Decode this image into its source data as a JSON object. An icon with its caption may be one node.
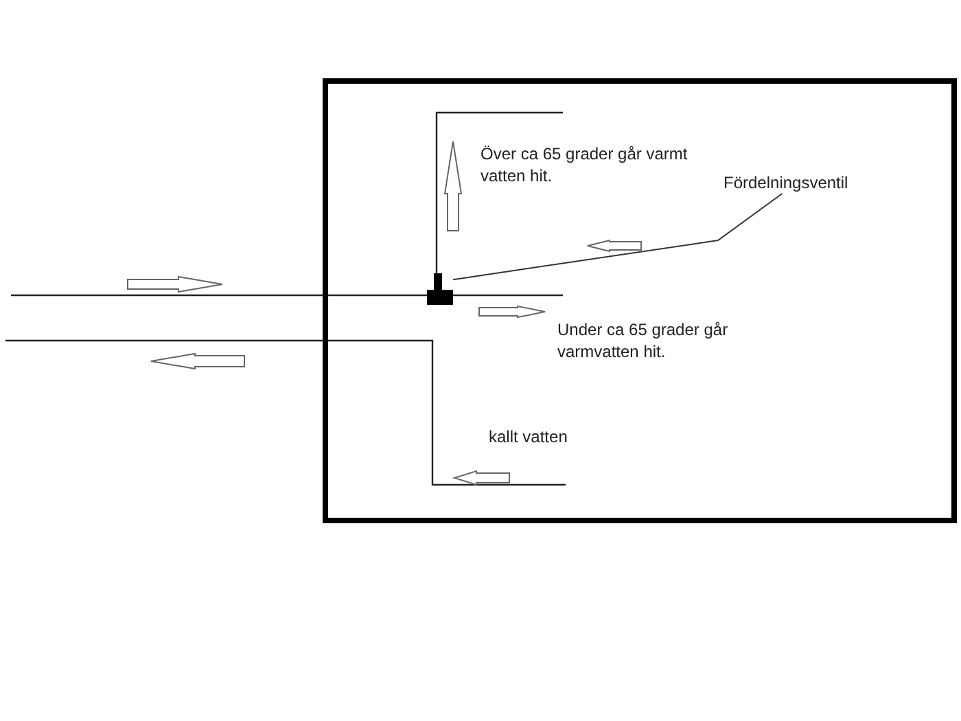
{
  "diagram": {
    "nodes": [
      {
        "text": [],
        "shape": "box"
      },
      {
        "text": [
          "Fördelningsventil"
        ],
        "in": 0
      },
      {
        "text": [],
        "shape": "picture",
        "in": 0
      }
    ],
    "edges": [
      {
        "from": 1,
        "to": 2,
        "arrow": "none"
      }
    ],
    "labels": [
      "Över ca 65 grader går varmt vatten hit.",
      "Under ca 65 grader går varmvatten hit.",
      "kallt vatten"
    ]
  }
}
